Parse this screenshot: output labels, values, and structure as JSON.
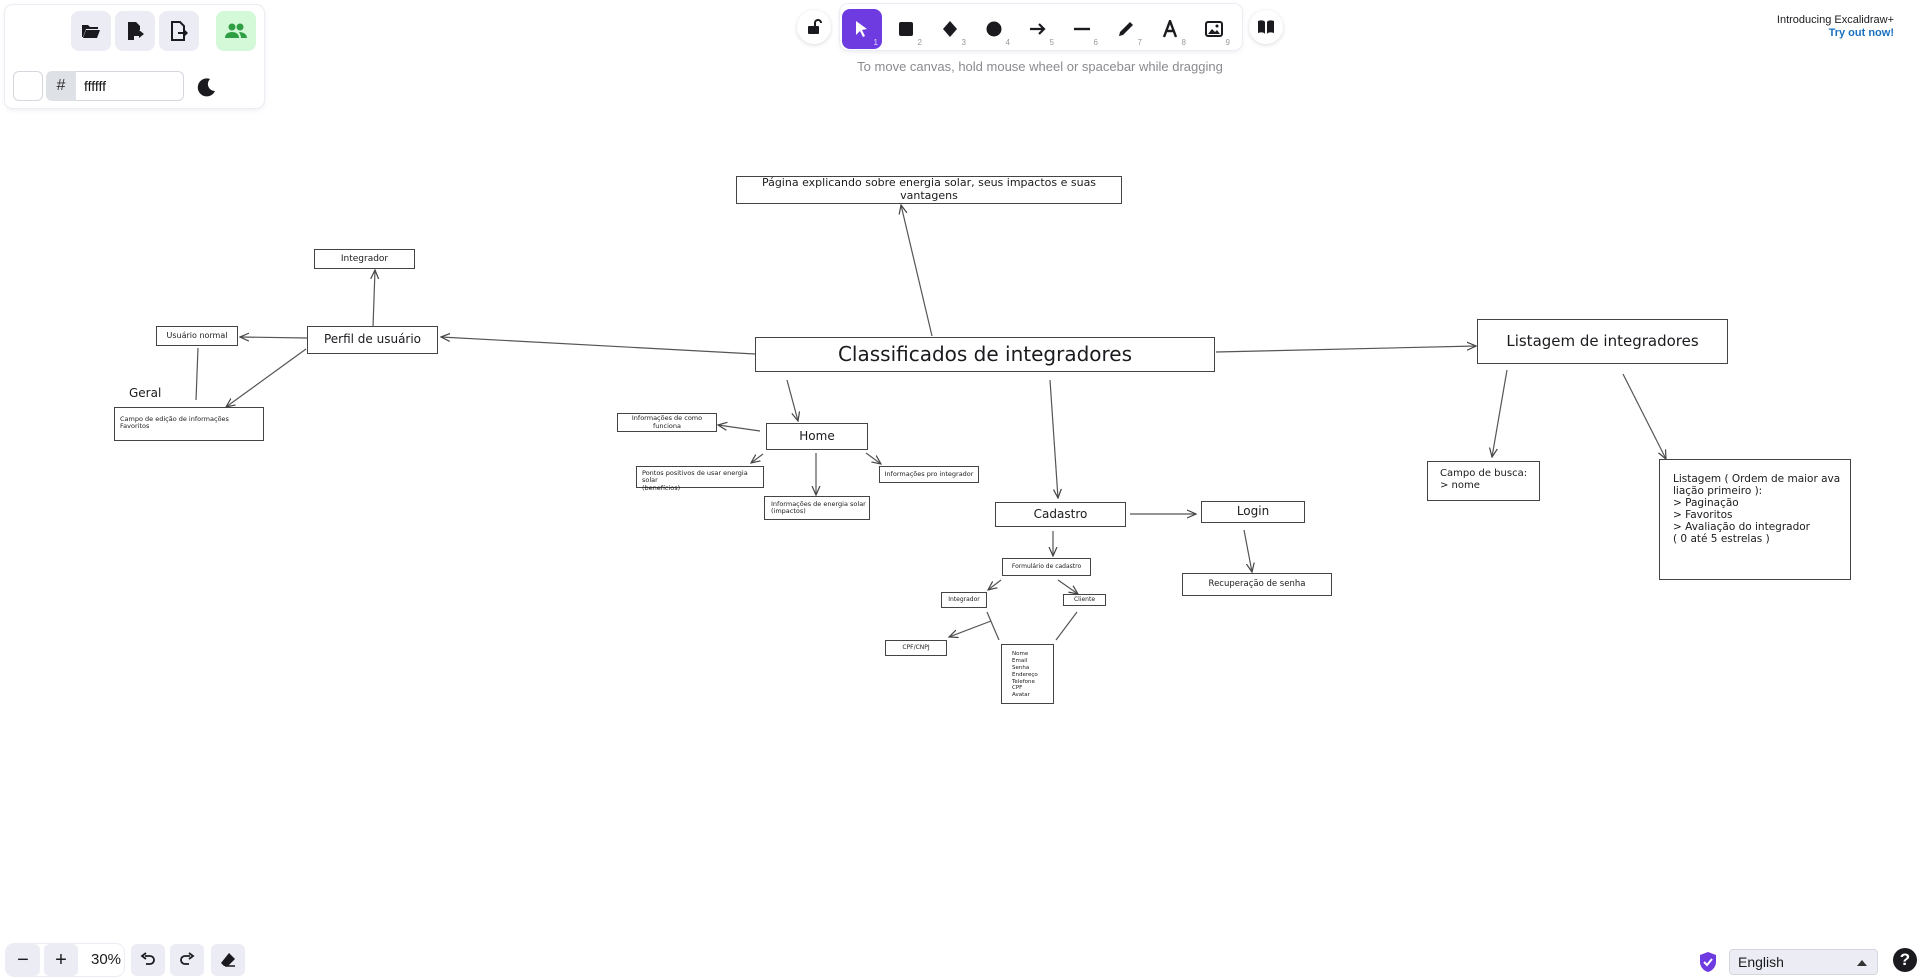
{
  "colors": {
    "accent": "#6e3be0",
    "link": "#1971c2",
    "collab": "#2f9e44",
    "stroke": "#444444"
  },
  "left_island": {
    "open_icon": "folder-open-icon",
    "save_icon": "save-file-icon",
    "export_icon": "export-image-icon",
    "collab_icon": "users-icon",
    "hash": "#",
    "bg_color_value": "ffffff",
    "theme_icon": "moon-icon"
  },
  "toolbar": {
    "lock_icon": "unlock-icon",
    "tools": [
      {
        "name": "selection",
        "icon": "pointer-icon",
        "shortcut": "1"
      },
      {
        "name": "rectangle",
        "icon": "square-icon",
        "shortcut": "2"
      },
      {
        "name": "diamond",
        "icon": "diamond-icon",
        "shortcut": "3"
      },
      {
        "name": "ellipse",
        "icon": "circle-icon",
        "shortcut": "4"
      },
      {
        "name": "arrow",
        "icon": "arrow-icon",
        "shortcut": "5"
      },
      {
        "name": "line",
        "icon": "line-icon",
        "shortcut": "6"
      },
      {
        "name": "draw",
        "icon": "pencil-icon",
        "shortcut": "7"
      },
      {
        "name": "text",
        "icon": "text-icon",
        "shortcut": "8"
      },
      {
        "name": "image",
        "icon": "image-icon",
        "shortcut": "9"
      }
    ],
    "library_icon": "book-icon"
  },
  "hint": "To move canvas, hold mouse wheel or spacebar while dragging",
  "promo": {
    "title": "Introducing Excalidraw+",
    "link": "Try out now!"
  },
  "canvas": {
    "title": "Classificados de integradores",
    "solar_page": "Página explicando sobre energia solar, seus impactos e suas vantagens",
    "listagem_title": "Listagem de  integradores",
    "campo_busca": "Campo de busca:\n> nome",
    "listagem_detail": "Listagem ( Ordem de maior ava\nliação primeiro ):\n> Paginação\n> Favoritos\n> Avaliação do integrador\n( 0 até 5 estrelas )",
    "perfil": "Perfil de usuário",
    "integrador": "Integrador",
    "usuario_normal": "Usuário normal",
    "geral": "Geral",
    "campo_edicao": "Campo de edição de informações\nFavoritos",
    "home": "Home",
    "info_funciona": "Informações de como funciona",
    "pontos_positivos": "Pontos positivos de usar energia solar\n(benefícios)",
    "info_energia": "Informações de energia solar\n(impactos)",
    "info_integrador": "Informações pro integrador",
    "cadastro": "Cadastro",
    "login": "Login",
    "recuperacao": "Recuperação de senha",
    "formulario": "Formulário de cadastro",
    "cad_integrador": "Integrador",
    "cliente": "Cliente",
    "cpf_cnpj": "CPF/CNPJ",
    "campos": "Nome\nEmail\nSenha\nEndereço\nTelefone\nCPF\nAvatar"
  },
  "bottom": {
    "zoom_out": "−",
    "zoom_in": "+",
    "zoom_level": "30%",
    "undo_icon": "undo-icon",
    "redo_icon": "redo-icon",
    "eraser_icon": "eraser-icon",
    "shield_icon": "shield-check-icon",
    "language": "English",
    "help": "?"
  }
}
